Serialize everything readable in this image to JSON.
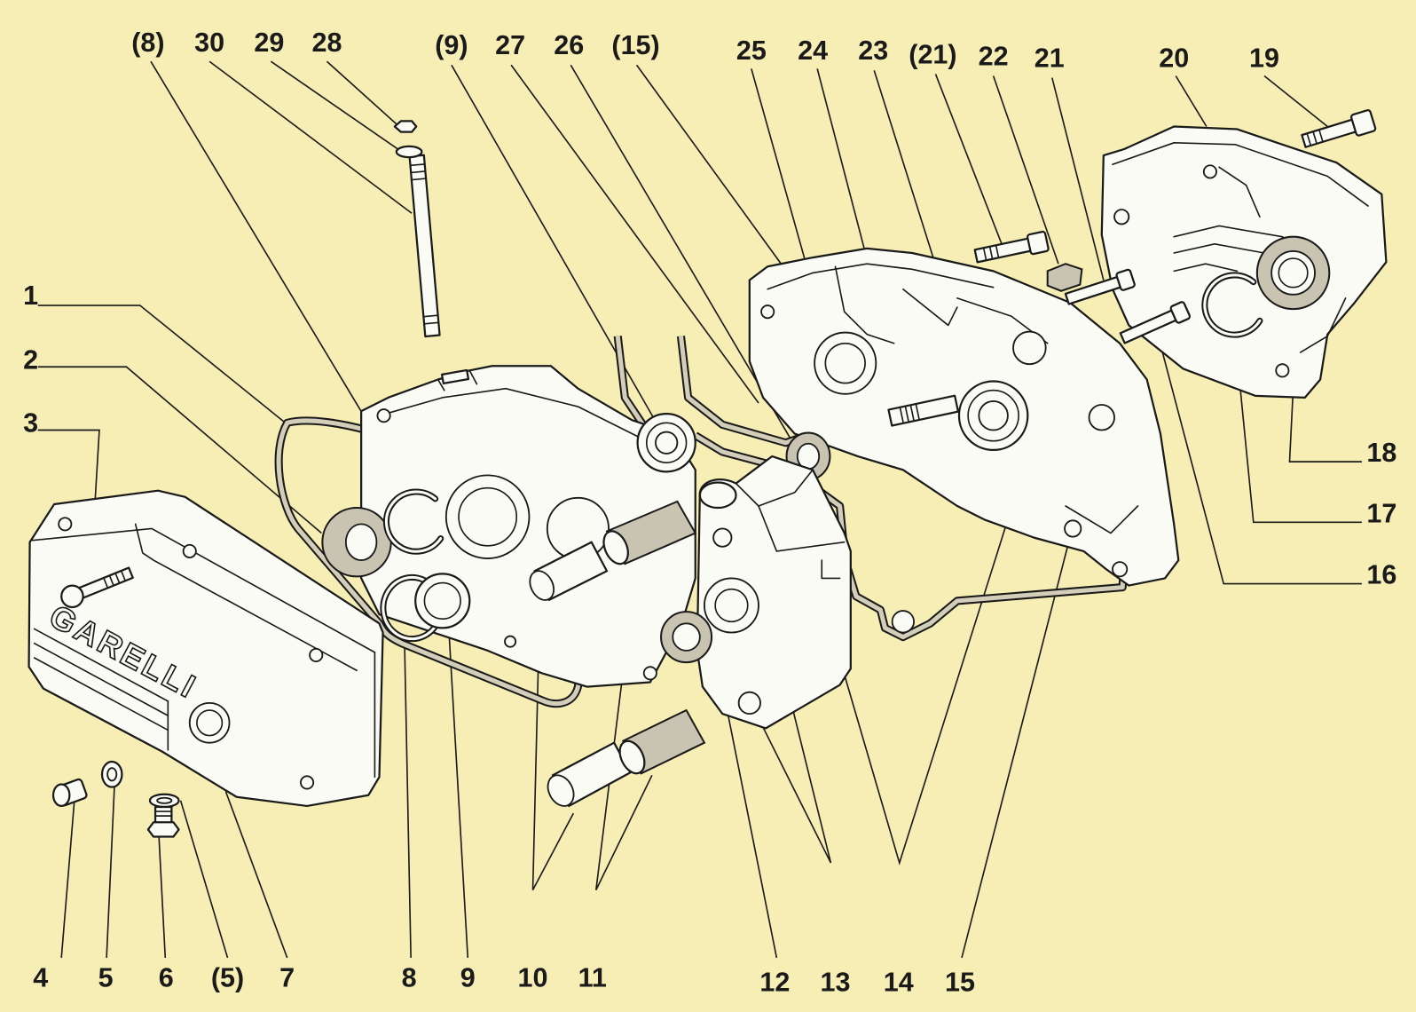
{
  "colors": {
    "background": "#f6eeb4",
    "ink": "#1a1a1a"
  },
  "brand_text": "GARELLI",
  "labels": {
    "top": [
      "(8)",
      "30",
      "29",
      "28",
      "(9)",
      "27",
      "26",
      "(15)",
      "25",
      "24",
      "23",
      "(21)",
      "22",
      "21",
      "20",
      "19"
    ],
    "left": [
      "1",
      "2",
      "3"
    ],
    "right": [
      "18",
      "17",
      "16"
    ],
    "bottom": [
      "4",
      "5",
      "6",
      "(5)",
      "7",
      "8",
      "9",
      "10",
      "11",
      "12",
      "13",
      "14",
      "15"
    ]
  }
}
